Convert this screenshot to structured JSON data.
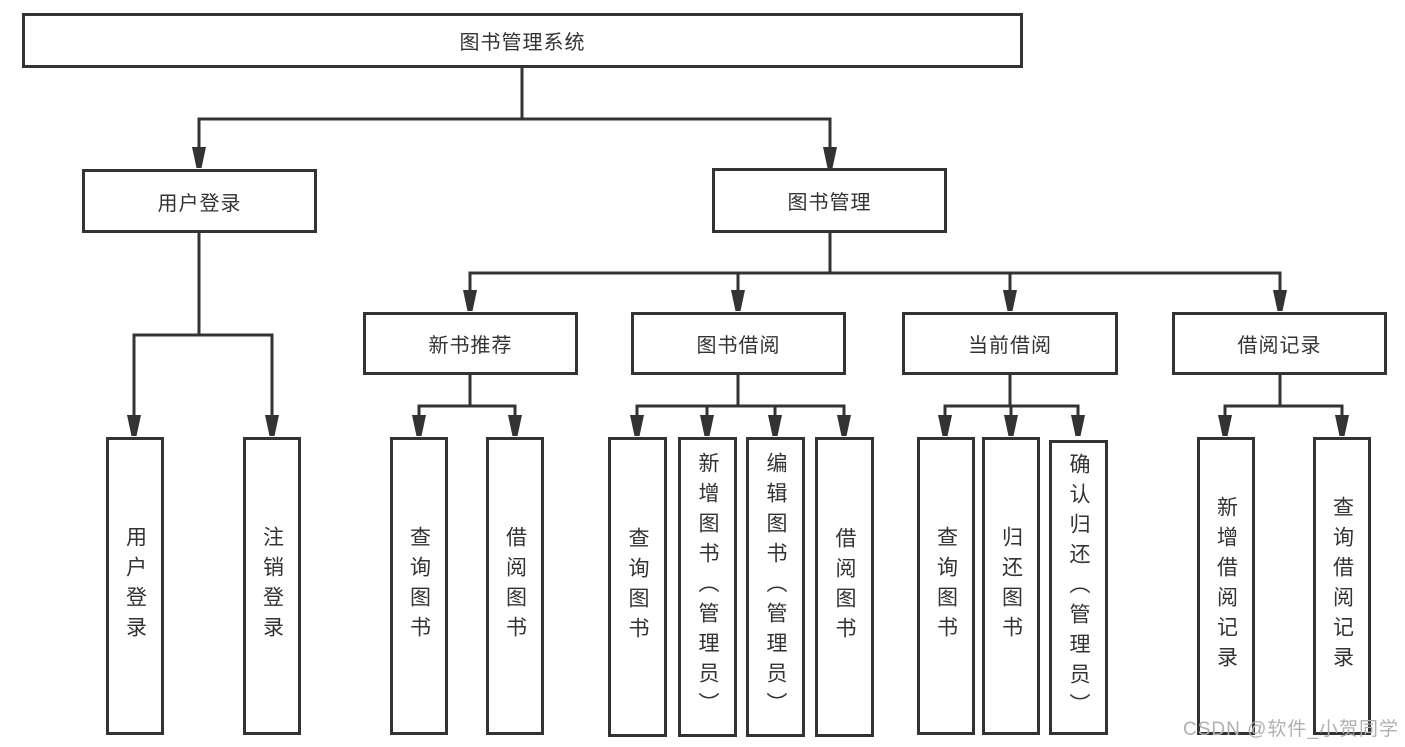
{
  "diagram": {
    "root": {
      "label": "图书管理系统"
    },
    "level2": [
      {
        "label": "用户登录"
      },
      {
        "label": "图书管理"
      }
    ],
    "level3": [
      {
        "label": "新书推荐"
      },
      {
        "label": "图书借阅"
      },
      {
        "label": "当前借阅"
      },
      {
        "label": "借阅记录"
      }
    ],
    "leaves": [
      {
        "label": "用户登录"
      },
      {
        "label": "注销登录"
      },
      {
        "label": "查询图书"
      },
      {
        "label": "借阅图书"
      },
      {
        "label": "查询图书"
      },
      {
        "label": "新增图书（管理员）"
      },
      {
        "label": "编辑图书（管理员）"
      },
      {
        "label": "借阅图书"
      },
      {
        "label": "查询图书"
      },
      {
        "label": "归还图书"
      },
      {
        "label": "确认归还（管理员）"
      },
      {
        "label": "新增借阅记录"
      },
      {
        "label": "查询借阅记录"
      }
    ]
  },
  "watermark": {
    "text": "CSDN @软件_小贺同学"
  },
  "colors": {
    "line": "#333333",
    "text": "#333333",
    "box_background": "#ffffff",
    "watermark": "#b0b0b0",
    "background": "#ffffff"
  }
}
